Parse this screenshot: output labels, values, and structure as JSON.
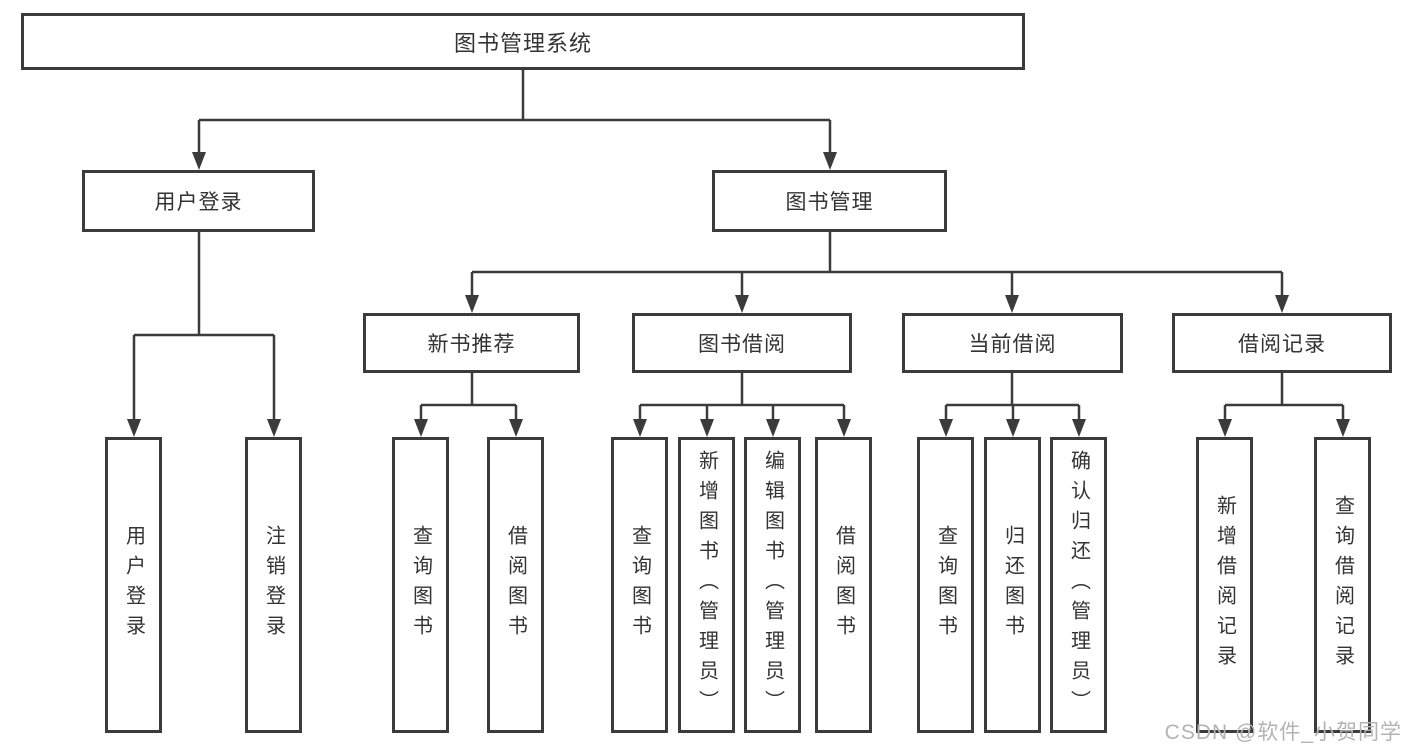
{
  "tree": {
    "root": {
      "label": "图书管理系统",
      "children": [
        {
          "label": "用户登录",
          "children": [
            {
              "label": "用户登录"
            },
            {
              "label": "注销登录"
            }
          ]
        },
        {
          "label": "图书管理",
          "children": [
            {
              "label": "新书推荐",
              "children": [
                {
                  "label": "查询图书"
                },
                {
                  "label": "借阅图书"
                }
              ]
            },
            {
              "label": "图书借阅",
              "children": [
                {
                  "label": "查询图书"
                },
                {
                  "label": "新增图书（管理员）"
                },
                {
                  "label": "编辑图书（管理员）"
                },
                {
                  "label": "借阅图书"
                }
              ]
            },
            {
              "label": "当前借阅",
              "children": [
                {
                  "label": "查询图书"
                },
                {
                  "label": "归还图书"
                },
                {
                  "label": "确认归还（管理员）"
                }
              ]
            },
            {
              "label": "借阅记录",
              "children": [
                {
                  "label": "新增借阅记录"
                },
                {
                  "label": "查询借阅记录"
                }
              ]
            }
          ]
        }
      ]
    }
  },
  "watermark": "CSDN @软件_小贺同学",
  "colors": {
    "line": "#3b3b3b",
    "text": "#333333",
    "watermark": "#b3b3b3",
    "background": "#ffffff"
  }
}
